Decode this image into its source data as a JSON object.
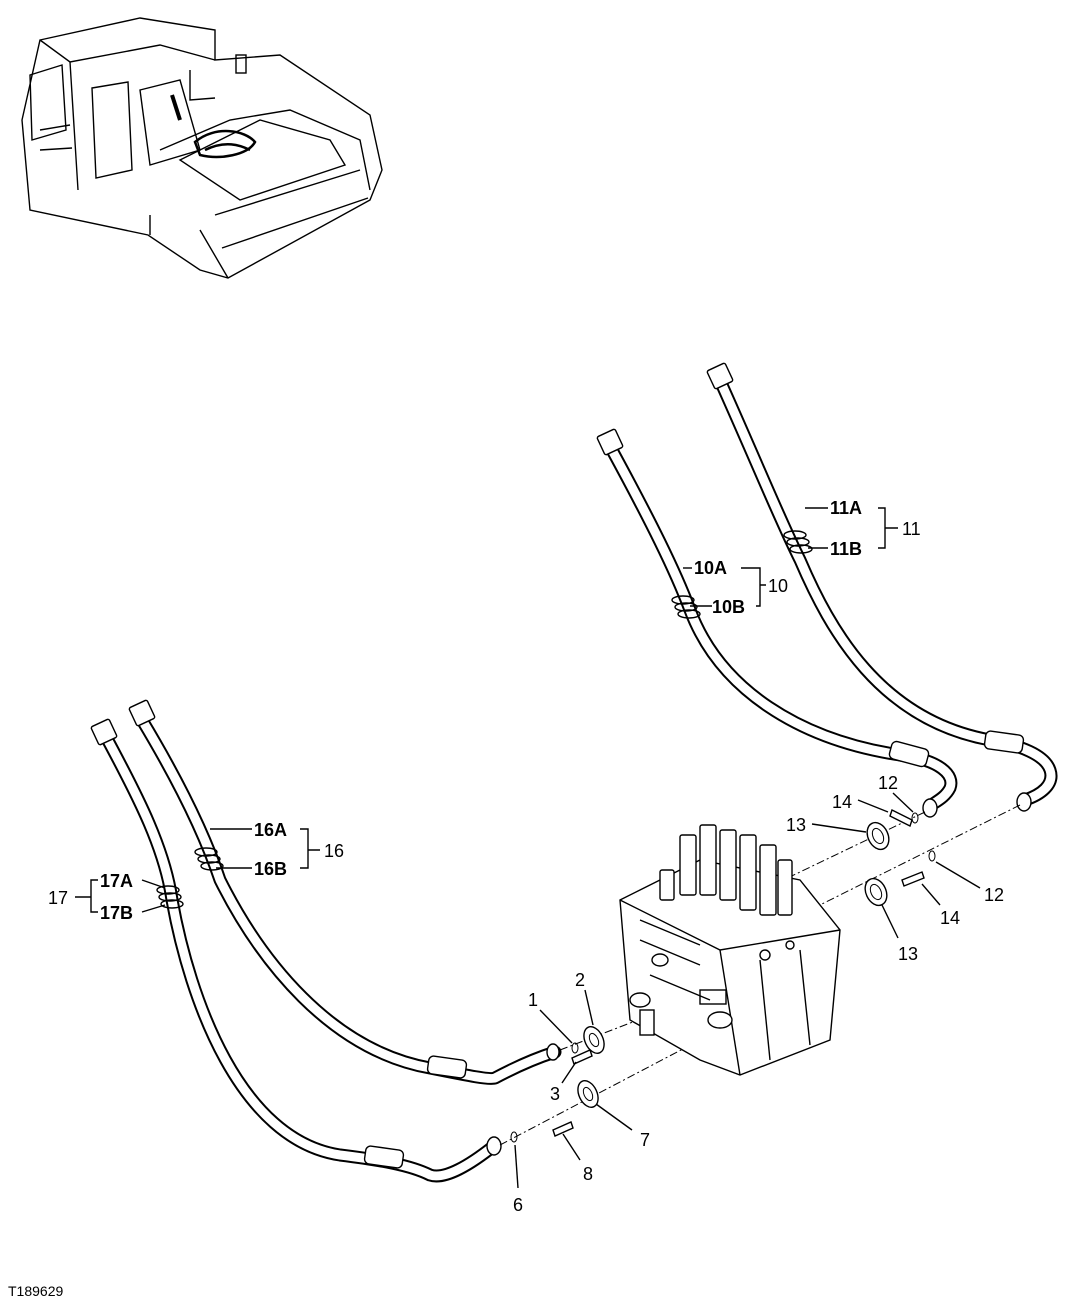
{
  "figure_id": "T189629",
  "callouts": {
    "c1": "1",
    "c2": "2",
    "c3": "3",
    "c6": "6",
    "c7": "7",
    "c8": "8",
    "c10": "10",
    "c10a": "10A",
    "c10b": "10B",
    "c11": "11",
    "c11a": "11A",
    "c11b": "11B",
    "c12a": "12",
    "c12b": "12",
    "c13a": "13",
    "c13b": "13",
    "c14a": "14",
    "c14b": "14",
    "c16": "16",
    "c16a": "16A",
    "c16b": "16B",
    "c17": "17",
    "c17a": "17A",
    "c17b": "17B"
  }
}
